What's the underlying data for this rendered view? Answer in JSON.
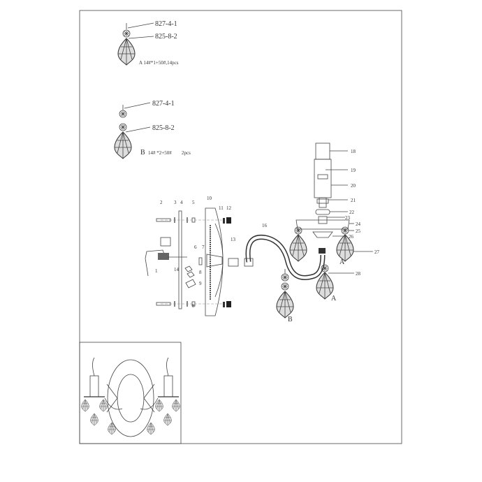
{
  "pendant_a": {
    "label_top": "827-4-1",
    "label_bottom": "825-8-2",
    "spec": "A 14#*1+50#,14pcs"
  },
  "pendant_b": {
    "label_top": "827-4-1",
    "label_bottom": "825-8-2",
    "spec_prefix": "B",
    "spec": "14# *2+50#",
    "qty": "2pcs"
  },
  "callouts": {
    "p1": "1",
    "p2": "2",
    "p3": "3",
    "p4": "4",
    "p5": "5",
    "p6": "6",
    "p7": "7",
    "p8a": "8",
    "p8b": "8",
    "p9": "9",
    "p10": "10",
    "p11": "11",
    "p12": "12",
    "p13": "13",
    "p14": "14",
    "p16": "16",
    "p18": "18",
    "p19": "19",
    "p20": "20",
    "p21": "21",
    "p22": "22",
    "p23": "23",
    "p24": "24",
    "p25": "25",
    "p26": "26",
    "p27": "27",
    "p28": "28"
  },
  "crystal_markers": {
    "a1": "A",
    "a2": "A",
    "b1": "B"
  }
}
